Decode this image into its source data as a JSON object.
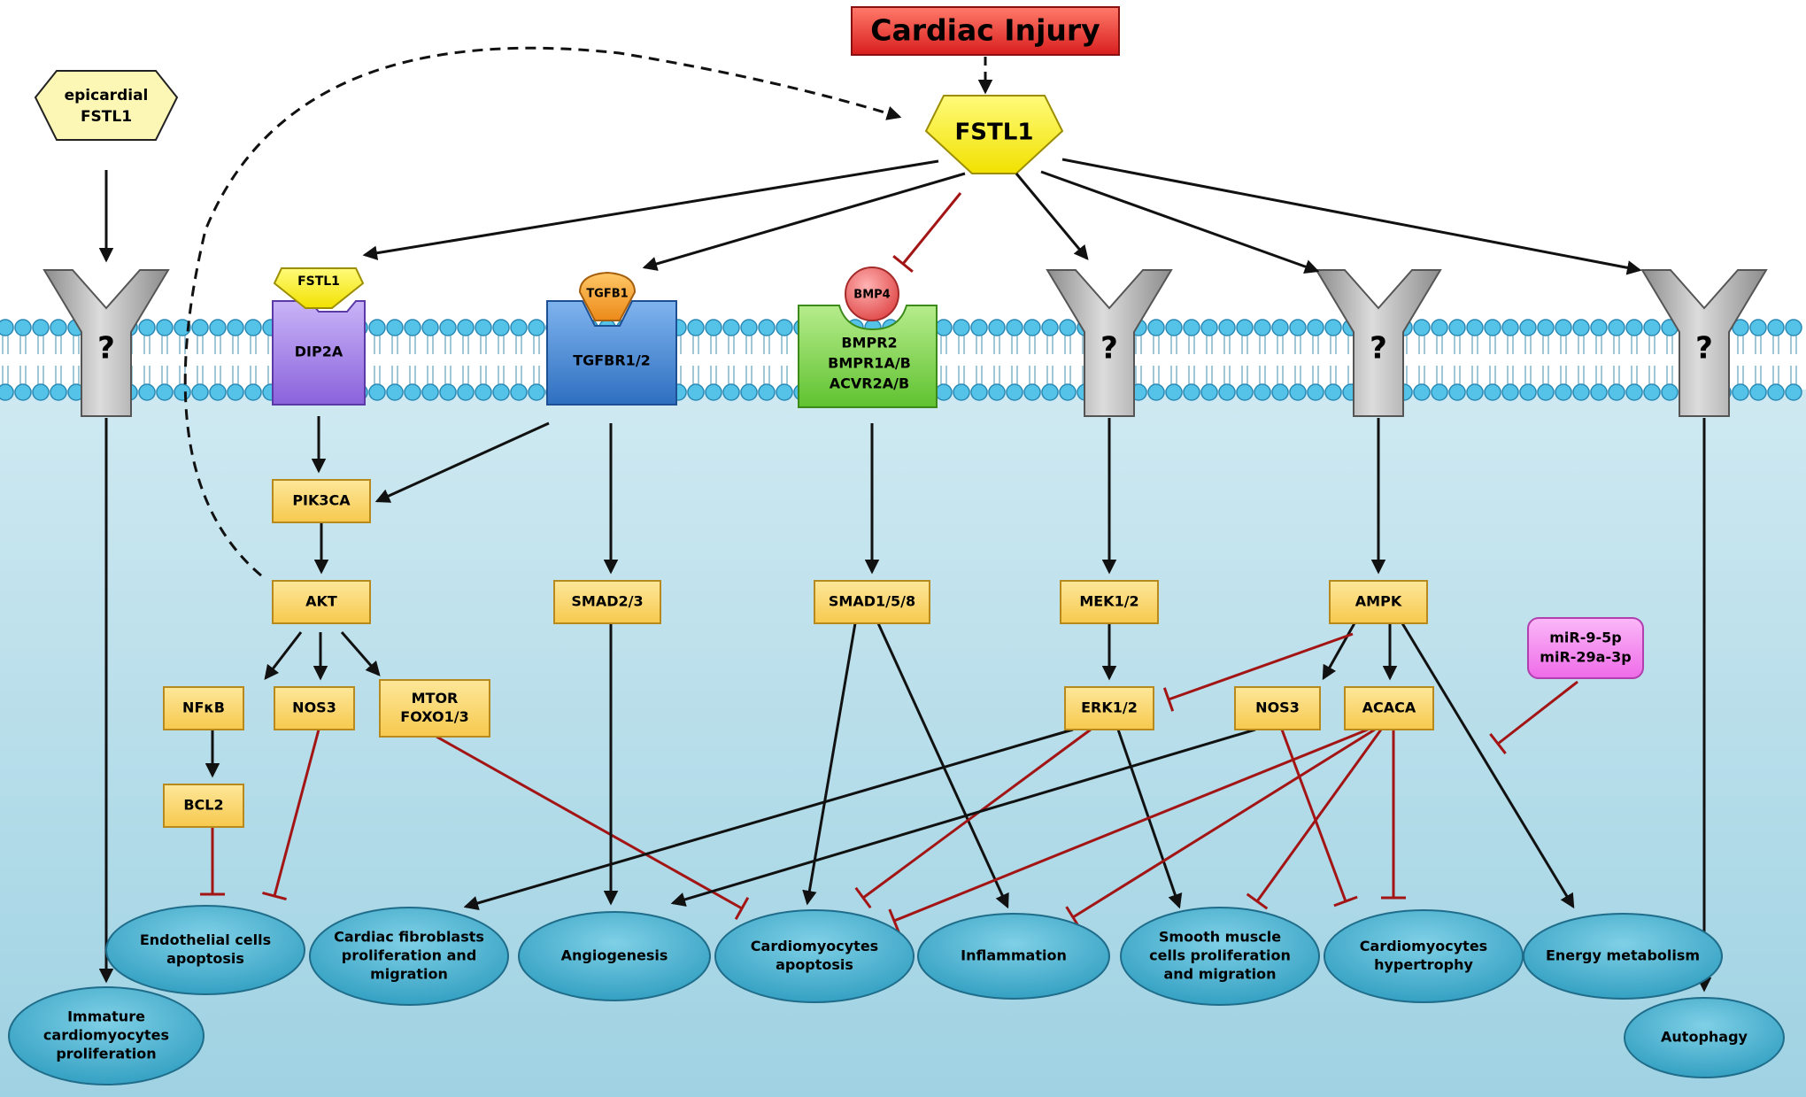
{
  "colors": {
    "cytoplasm_top": "#cfe9f1",
    "cytoplasm_bottom": "#9fd2e3",
    "membrane_head": "#55c3e8",
    "membrane_outline": "#2a8ab5",
    "activation_arrow": "#111111",
    "inhibition": "#a31515",
    "node_fill": "#fbd777",
    "node_stroke": "#b88a1e",
    "outcome_fill": "#3aa9c9",
    "ligand_yellow": "#f8ee30",
    "epicardial_fill": "#fdf7b5",
    "receptor_grey": "#a8a8a8",
    "dip2a": "#9a76e3",
    "tgfbr": "#3f86d2",
    "bmpr": "#7bd34d",
    "bmp4": "#ef6b6b",
    "tgfb1": "#f09a28",
    "cardiac_injury": "#e2332f",
    "mirna": "#f58cf0"
  },
  "header": {
    "cardiac_injury": "Cardiac Injury",
    "fstl1": "FSTL1"
  },
  "epicardial": [
    "epicardial",
    "FSTL1"
  ],
  "unknown_receptor": "?",
  "receptors": {
    "dip2a": {
      "ligand": "FSTL1",
      "name": "DIP2A"
    },
    "tgfbr": {
      "ligand": "TGFB1",
      "name": "TGFBR1/2"
    },
    "bmpr": {
      "ligand": "BMP4",
      "lines": [
        "BMPR2",
        "BMPR1A/B",
        "ACVR2A/B"
      ]
    }
  },
  "nodes": {
    "pik3ca": [
      "PIK3CA"
    ],
    "akt": [
      "AKT"
    ],
    "smad23": [
      "SMAD2/3"
    ],
    "smad158": [
      "SMAD1/5/8"
    ],
    "mek12": [
      "MEK1/2"
    ],
    "ampk": [
      "AMPK"
    ],
    "nfkb": [
      "NFκB"
    ],
    "nos3_akt": [
      "NOS3"
    ],
    "mtor": [
      "MTOR",
      "FOXO1/3"
    ],
    "bcl2": [
      "BCL2"
    ],
    "erk12": [
      "ERK1/2"
    ],
    "nos3_ampk": [
      "NOS3"
    ],
    "acaca": [
      "ACACA"
    ],
    "mirna": [
      "miR-9-5p",
      "miR-29a-3p"
    ]
  },
  "outcomes": {
    "endothelial": [
      "Endothelial cells",
      "apoptosis"
    ],
    "fibroblasts": [
      "Cardiac fibroblasts",
      "proliferation and",
      "migration"
    ],
    "angiogenesis": [
      "Angiogenesis"
    ],
    "cm_apoptosis": [
      "Cardiomyocytes",
      "apoptosis"
    ],
    "inflammation": [
      "Inflammation"
    ],
    "smooth_muscle": [
      "Smooth muscle",
      "cells proliferation",
      "and migration"
    ],
    "hypertrophy": [
      "Cardiomyocytes",
      "hypertrophy"
    ],
    "energy": [
      "Energy metabolism"
    ],
    "immature": [
      "Immature",
      "cardiomyocytes",
      "proliferation"
    ],
    "autophagy": [
      "Autophagy"
    ]
  }
}
